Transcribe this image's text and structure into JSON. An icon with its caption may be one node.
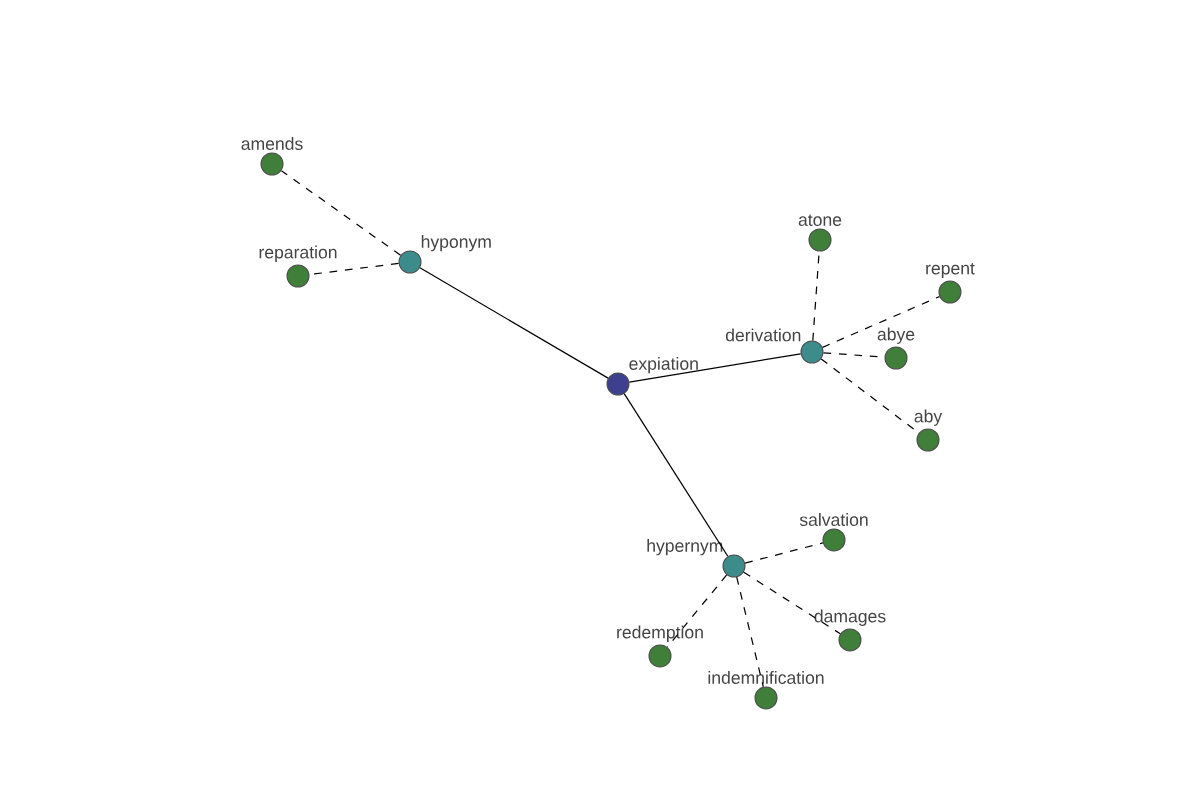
{
  "diagram": {
    "nodes": [
      {
        "text": [
          "expiation"
        ]
      },
      {
        "text": [
          "hyponym"
        ]
      },
      {
        "text": [
          "amends"
        ]
      },
      {
        "text": [
          "reparation"
        ]
      },
      {
        "text": [
          "derivation"
        ]
      },
      {
        "text": [
          "atone"
        ]
      },
      {
        "text": [
          "repent"
        ]
      },
      {
        "text": [
          "abye"
        ]
      },
      {
        "text": [
          "aby"
        ]
      },
      {
        "text": [
          "hypernym"
        ]
      },
      {
        "text": [
          "salvation"
        ]
      },
      {
        "text": [
          "damages"
        ]
      },
      {
        "text": [
          "indemnification"
        ]
      },
      {
        "text": [
          "redemption"
        ]
      }
    ],
    "edges": [
      {
        "from": 0,
        "to": 1,
        "arrow": "none"
      },
      {
        "from": 0,
        "to": 4,
        "arrow": "none"
      },
      {
        "from": 0,
        "to": 9,
        "arrow": "none"
      },
      {
        "from": 1,
        "to": 2,
        "arrow": "none",
        "style": "dashed"
      },
      {
        "from": 1,
        "to": 3,
        "arrow": "none",
        "style": "dashed"
      },
      {
        "from": 4,
        "to": 5,
        "arrow": "none",
        "style": "dashed"
      },
      {
        "from": 4,
        "to": 6,
        "arrow": "none",
        "style": "dashed"
      },
      {
        "from": 4,
        "to": 7,
        "arrow": "none",
        "style": "dashed"
      },
      {
        "from": 4,
        "to": 8,
        "arrow": "none",
        "style": "dashed"
      },
      {
        "from": 9,
        "to": 10,
        "arrow": "none",
        "style": "dashed"
      },
      {
        "from": 9,
        "to": 11,
        "arrow": "none",
        "style": "dashed"
      },
      {
        "from": 9,
        "to": 12,
        "arrow": "none",
        "style": "dashed"
      },
      {
        "from": 9,
        "to": 13,
        "arrow": "none",
        "style": "dashed"
      }
    ]
  }
}
